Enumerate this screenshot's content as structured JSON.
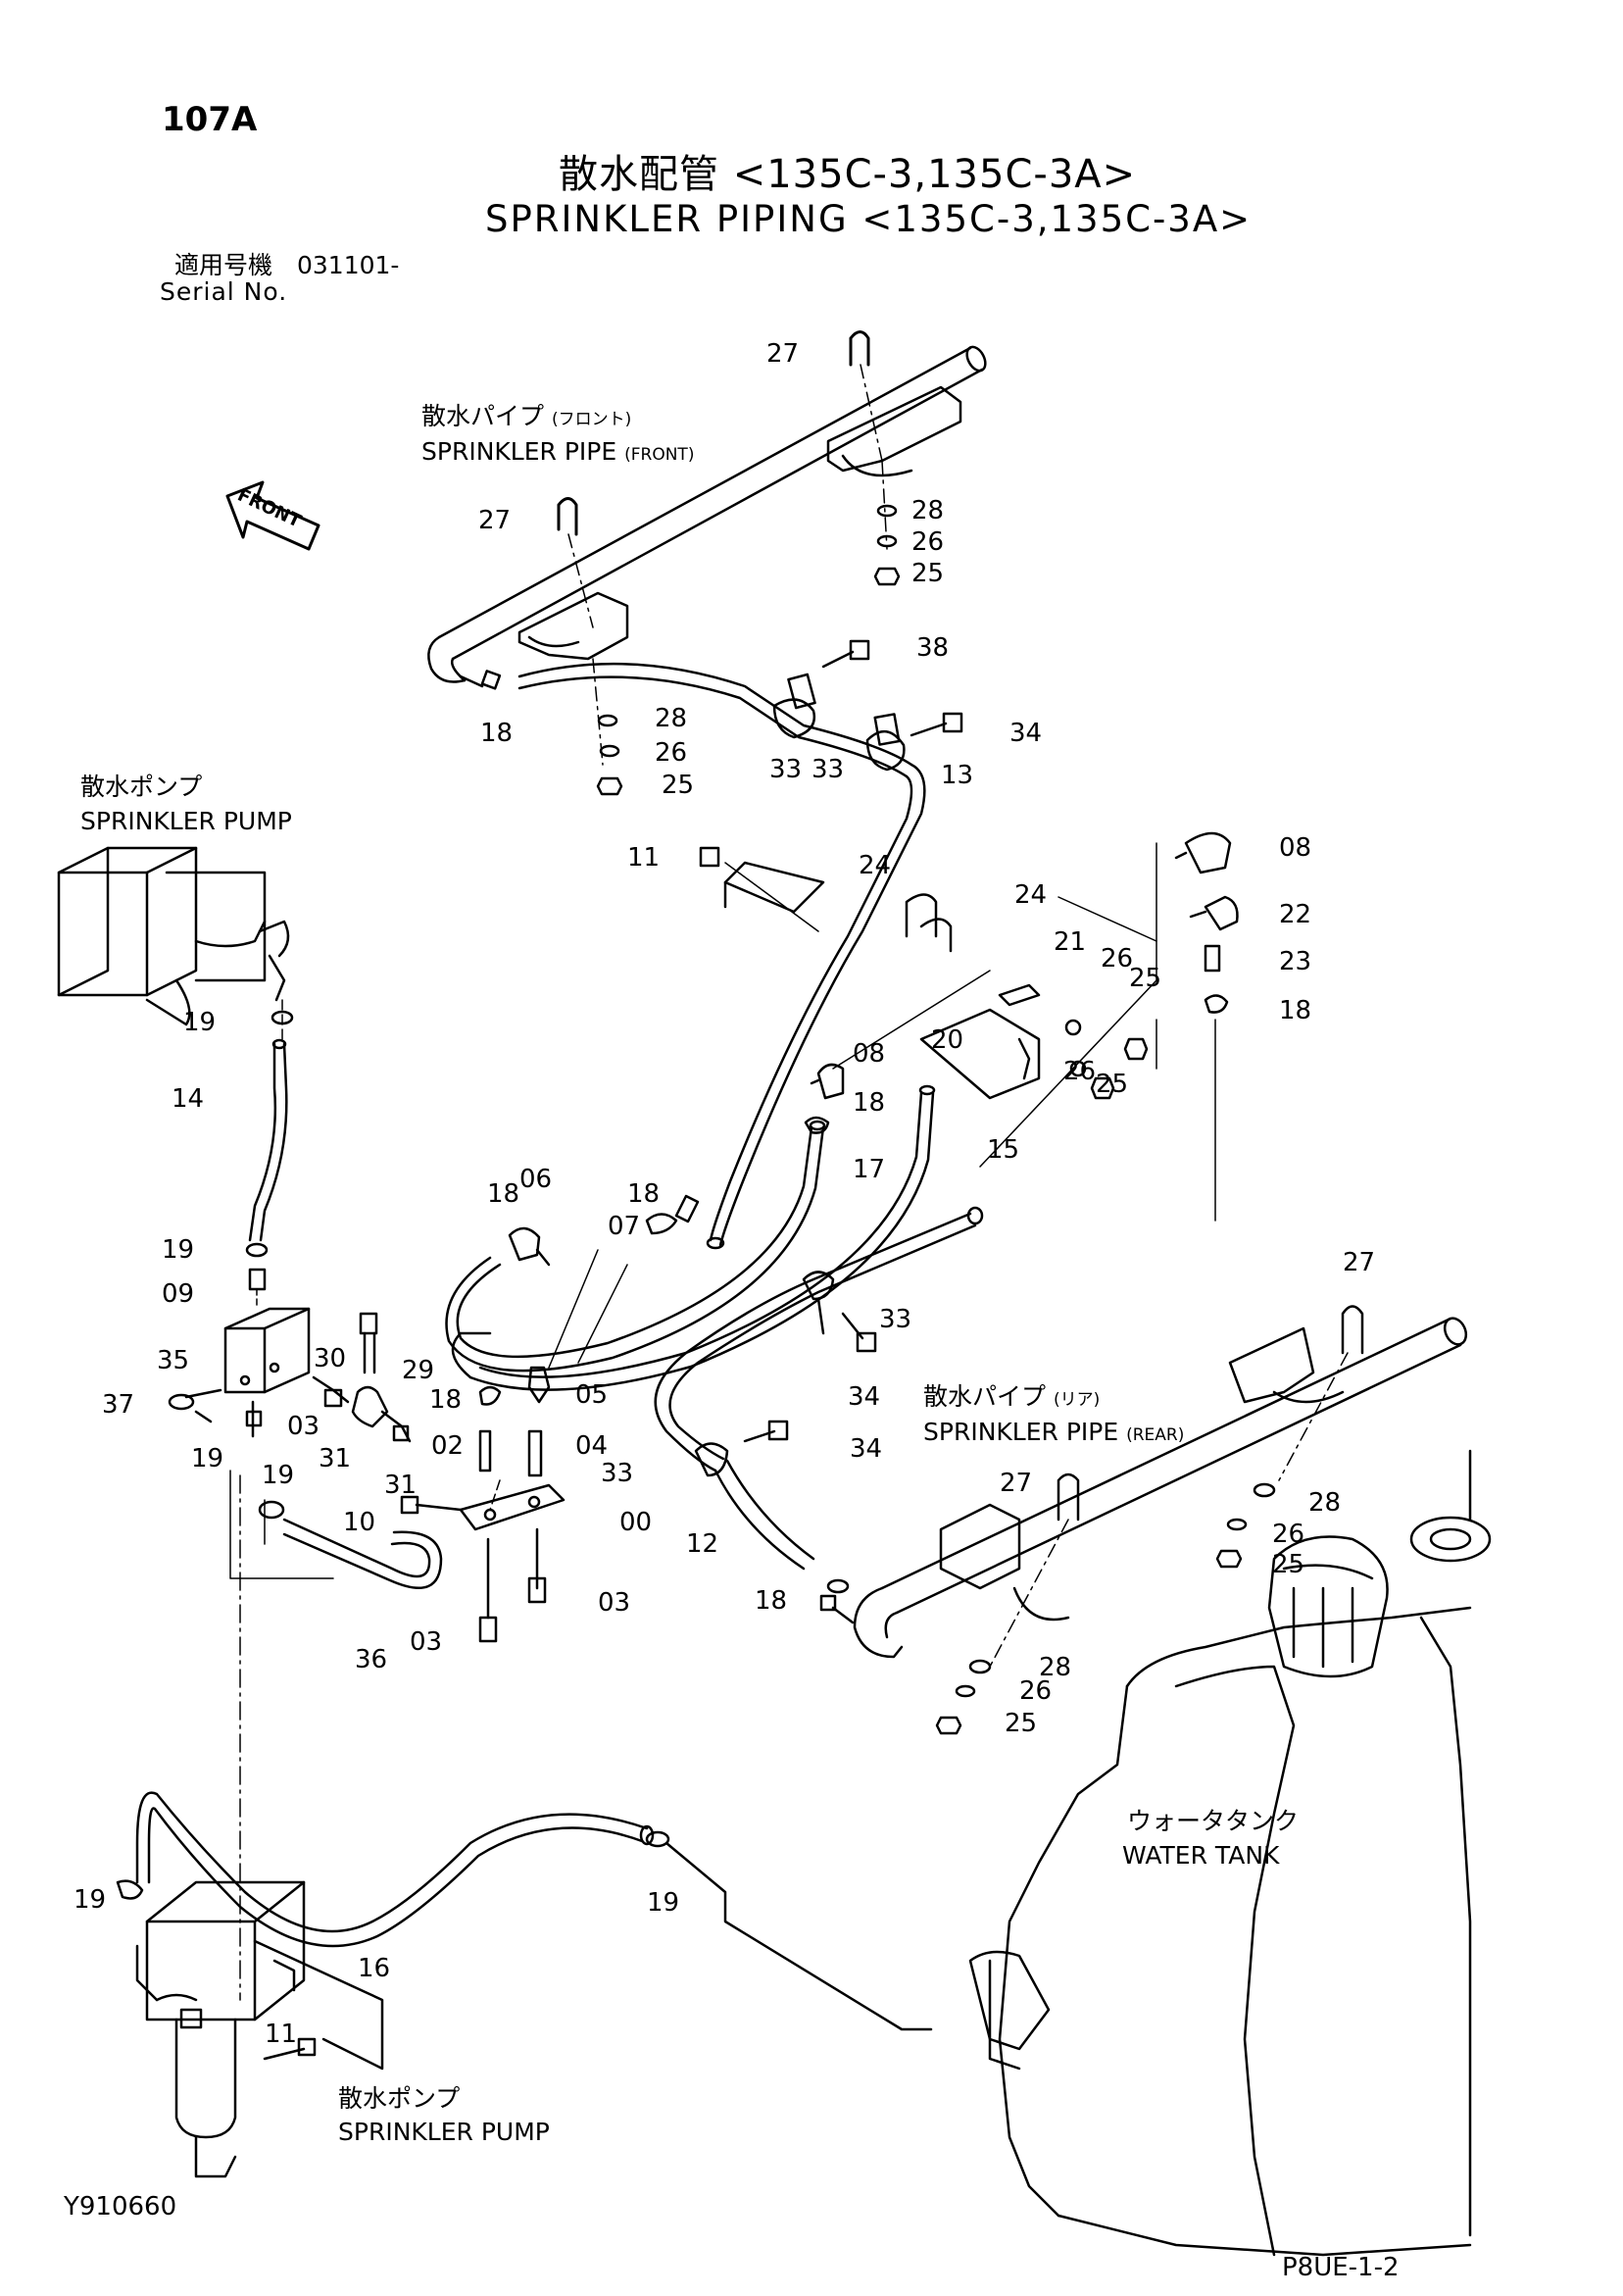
{
  "header": {
    "code": "107A",
    "title_jp": "散水配管 <135C-3,135C-3A>",
    "title_en": "SPRINKLER PIPING <135C-3,135C-3A>",
    "serial_jp": "適用号機　031101-",
    "serial_en": "Serial No."
  },
  "components": {
    "pipe_front_jp": "散水パイプ",
    "pipe_front_jp_sub": "(フロント)",
    "pipe_front_en": "SPRINKLER PIPE",
    "pipe_front_en_sub": "(FRONT)",
    "pump_top_jp": "散水ポンプ",
    "pump_top_en": "SPRINKLER PUMP",
    "pipe_rear_jp": "散水パイプ",
    "pipe_rear_jp_sub": "(リア)",
    "pipe_rear_en": "SPRINKLER PIPE",
    "pipe_rear_en_sub": "(REAR)",
    "tank_jp": "ウォータタンク",
    "tank_en": "WATER TANK",
    "pump_bottom_jp": "散水ポンプ",
    "pump_bottom_en": "SPRINKLER PUMP",
    "front_arrow": "FRONT"
  },
  "part_labels": [
    "27",
    "27",
    "28",
    "26",
    "25",
    "38",
    "18",
    "28",
    "26",
    "25",
    "34",
    "33",
    "33",
    "13",
    "11",
    "24",
    "24",
    "08",
    "22",
    "21",
    "26",
    "25",
    "23",
    "18",
    "20",
    "08",
    "26",
    "25",
    "18",
    "14",
    "19",
    "18",
    "06",
    "07",
    "17",
    "15",
    "18",
    "19",
    "09",
    "35",
    "30",
    "29",
    "37",
    "19",
    "03",
    "31",
    "31",
    "18",
    "05",
    "02",
    "04",
    "33",
    "34",
    "34",
    "33",
    "27",
    "28",
    "26",
    "25",
    "12",
    "19",
    "10",
    "00",
    "03",
    "03",
    "36",
    "18",
    "27",
    "28",
    "26",
    "25",
    "19",
    "19",
    "16",
    "11"
  ],
  "footer": {
    "drawing_no": "Y910660",
    "page_ref": "P8UE-1-2"
  }
}
